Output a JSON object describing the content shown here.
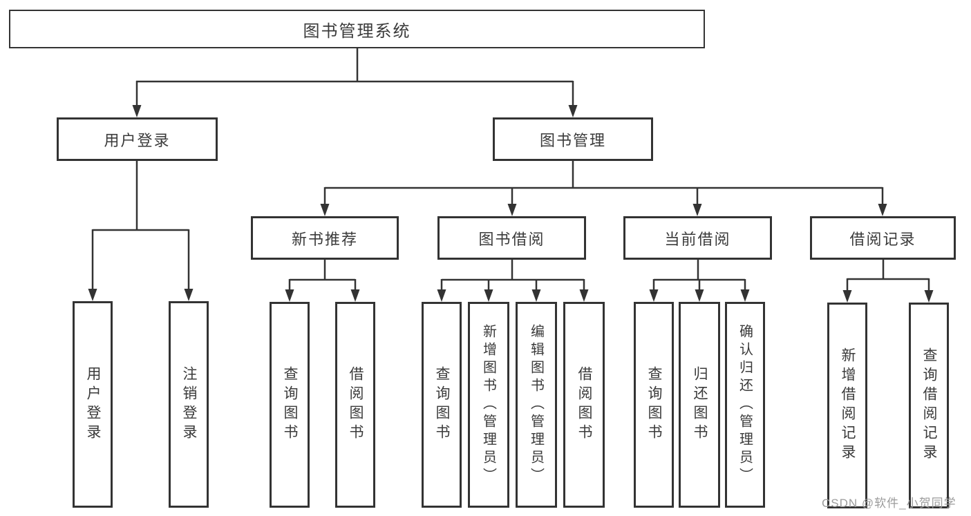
{
  "diagram": {
    "type": "hierarchy-tree",
    "watermark": "CSDN @软件_小贺同学",
    "colors": {
      "background": "#ffffff",
      "line": "#333333",
      "box_border": "#333333",
      "text": "#3a3a3a",
      "watermark": "#9b9b9b"
    },
    "nodes": {
      "root": {
        "label": "图书管理系统",
        "children": [
          "userLogin",
          "bookMgmt"
        ]
      },
      "userLogin": {
        "label": "用户登录",
        "children": [
          "loginLeaf",
          "logoutLeaf"
        ]
      },
      "bookMgmt": {
        "label": "图书管理",
        "children": [
          "newBookRec",
          "bookBorrow",
          "currentBorrow",
          "borrowRecord"
        ]
      },
      "loginLeaf": {
        "label": "用户登录"
      },
      "logoutLeaf": {
        "label": "注销登录"
      },
      "newBookRec": {
        "label": "新书推荐",
        "children": [
          "nbQuery",
          "nbBorrow"
        ]
      },
      "bookBorrow": {
        "label": "图书借阅",
        "children": [
          "bbQuery",
          "bbAdd",
          "bbEdit",
          "bbBorrow"
        ]
      },
      "currentBorrow": {
        "label": "当前借阅",
        "children": [
          "cbQuery",
          "cbReturn",
          "cbConfirm"
        ]
      },
      "borrowRecord": {
        "label": "借阅记录",
        "children": [
          "brAdd",
          "brQuery"
        ]
      },
      "nbQuery": {
        "label": "查询图书"
      },
      "nbBorrow": {
        "label": "借阅图书"
      },
      "bbQuery": {
        "label": "查询图书"
      },
      "bbAdd": {
        "label": "新增图书（管理员）"
      },
      "bbEdit": {
        "label": "编辑图书（管理员）"
      },
      "bbBorrow": {
        "label": "借阅图书"
      },
      "cbQuery": {
        "label": "查询图书"
      },
      "cbReturn": {
        "label": "归还图书"
      },
      "cbConfirm": {
        "label": "确认归还（管理员）"
      },
      "brAdd": {
        "label": "新增借阅记录"
      },
      "brQuery": {
        "label": "查询借阅记录"
      }
    }
  }
}
